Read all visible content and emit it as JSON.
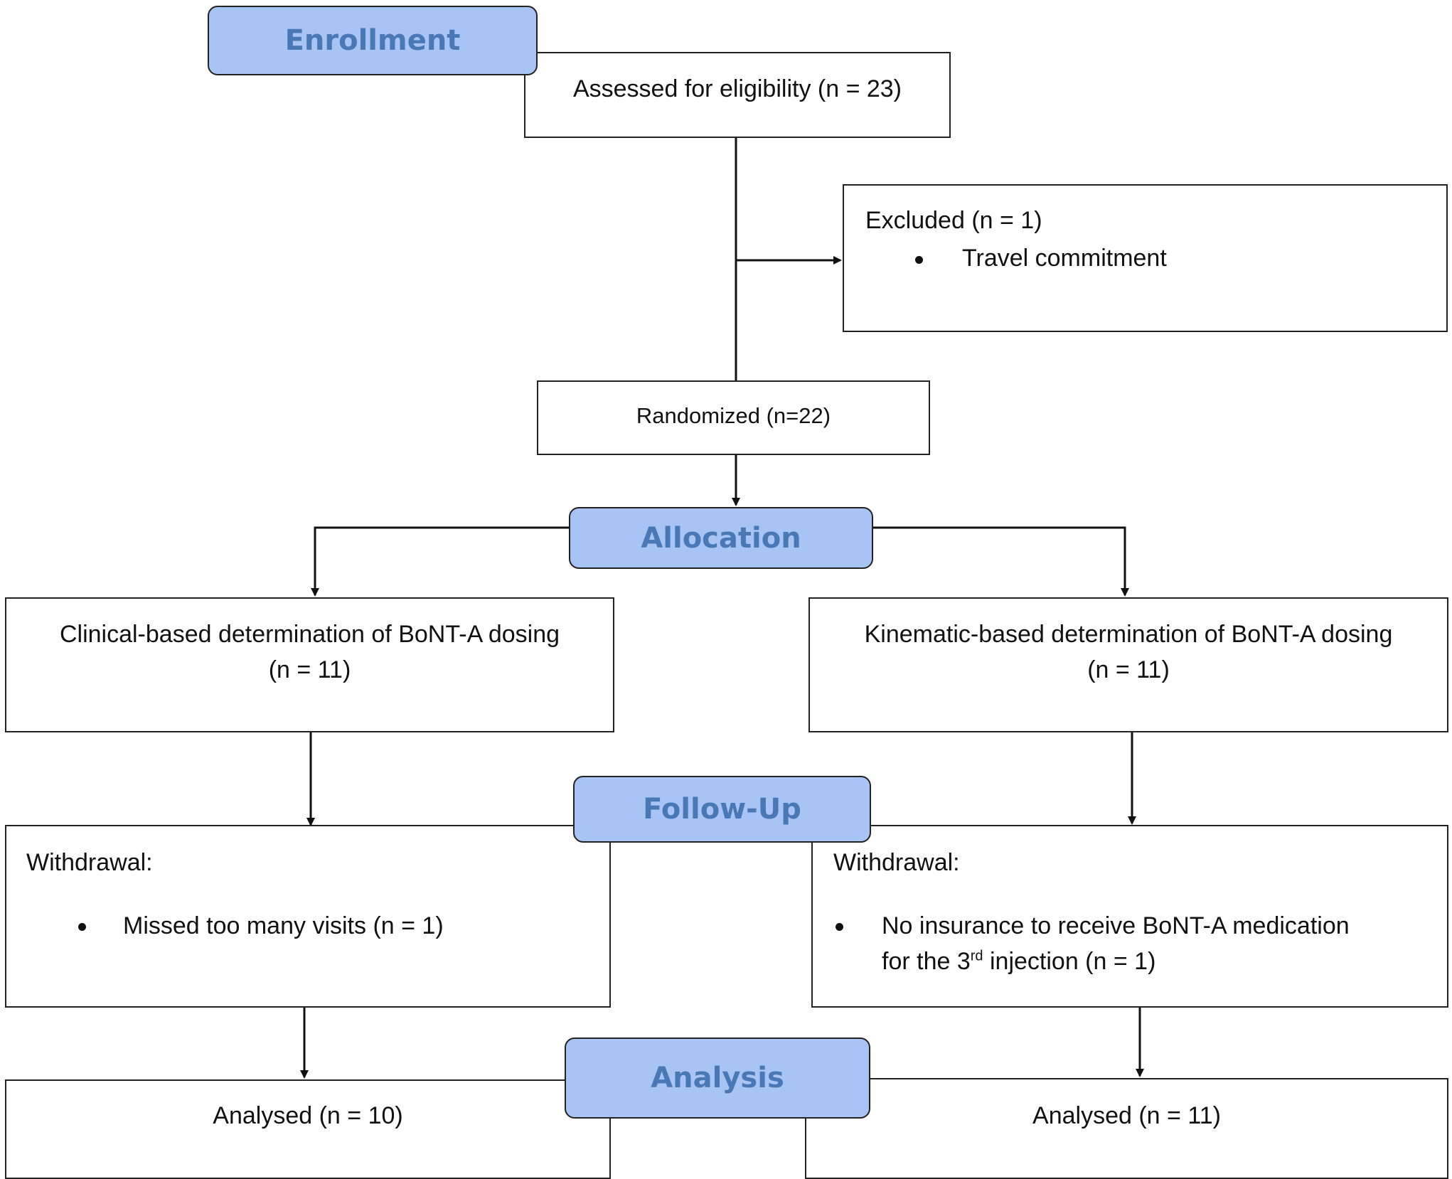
{
  "stages": {
    "enrollment": "Enrollment",
    "allocation": "Allocation",
    "followup": "Follow-Up",
    "analysis": "Analysis"
  },
  "enrollment": {
    "assessed": "Assessed for eligibility (n = 23)",
    "excluded_title": "Excluded (n = 1)",
    "excluded_reason": "Travel commitment",
    "randomized": "Randomized (n=22)"
  },
  "allocation": {
    "left_line1": "Clinical-based determination of BoNT-A dosing",
    "left_line2": "(n = 11)",
    "right_line1": "Kinematic-based determination of BoNT-A dosing",
    "right_line2": "(n = 11)"
  },
  "followup": {
    "left_title": "Withdrawal:",
    "left_reason": "Missed too many visits (n = 1)",
    "right_title": "Withdrawal:",
    "right_reason_line1": "No insurance to receive BoNT-A medication",
    "right_reason_pre": "for the 3",
    "right_reason_sup": "rd",
    "right_reason_post": " injection (n = 1)"
  },
  "analysis": {
    "left": "Analysed (n = 10)",
    "right": "Analysed (n = 11)"
  }
}
